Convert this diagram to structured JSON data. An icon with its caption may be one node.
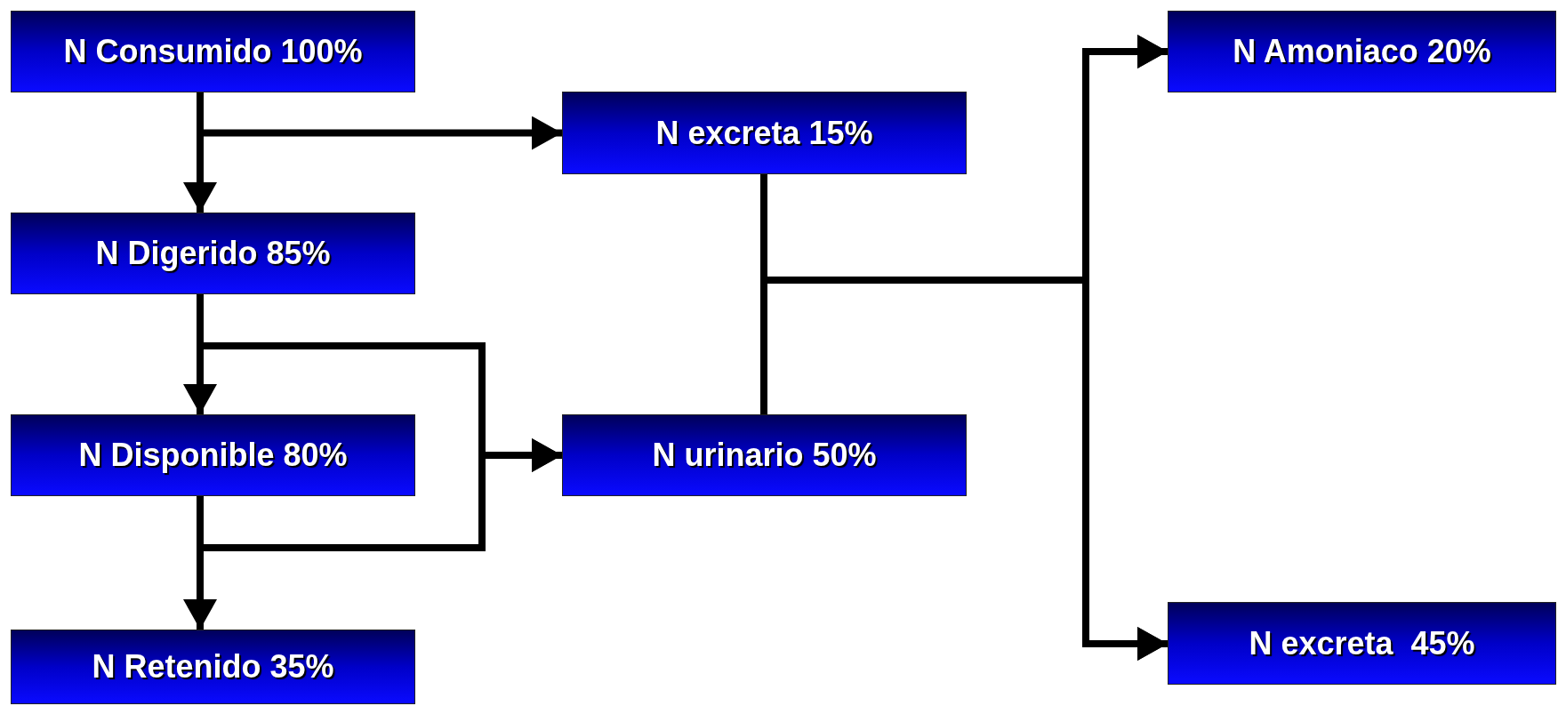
{
  "diagram": {
    "nodes": [
      {
        "text": [
          "N Consumido 100%"
        ]
      },
      {
        "text": [
          "N Amoniaco 20%"
        ]
      },
      {
        "text": [
          "N excreta 15%"
        ]
      },
      {
        "text": [
          "N Digerido 85%"
        ]
      },
      {
        "text": [
          "N Disponible 80%"
        ]
      },
      {
        "text": [
          "N urinario 50%"
        ]
      },
      {
        "text": [
          "N excreta  45%"
        ]
      },
      {
        "text": [
          "N Retenido 35%"
        ]
      }
    ],
    "edges": [
      {
        "from": 0,
        "to": 3,
        "arrow": "to"
      },
      {
        "from": 0,
        "to": 2,
        "arrow": "to"
      },
      {
        "from": 3,
        "to": 4,
        "arrow": "to"
      },
      {
        "from": 3,
        "to": 5,
        "arrow": "to"
      },
      {
        "from": 4,
        "to": 7,
        "arrow": "to"
      },
      {
        "from": 4,
        "to": 5,
        "arrow": "to"
      },
      {
        "from": 2,
        "to": 1,
        "arrow": "to"
      },
      {
        "from": 2,
        "to": 6,
        "arrow": "to"
      },
      {
        "from": 5,
        "to": 1,
        "arrow": "to"
      },
      {
        "from": 5,
        "to": 6,
        "arrow": "to"
      }
    ]
  }
}
